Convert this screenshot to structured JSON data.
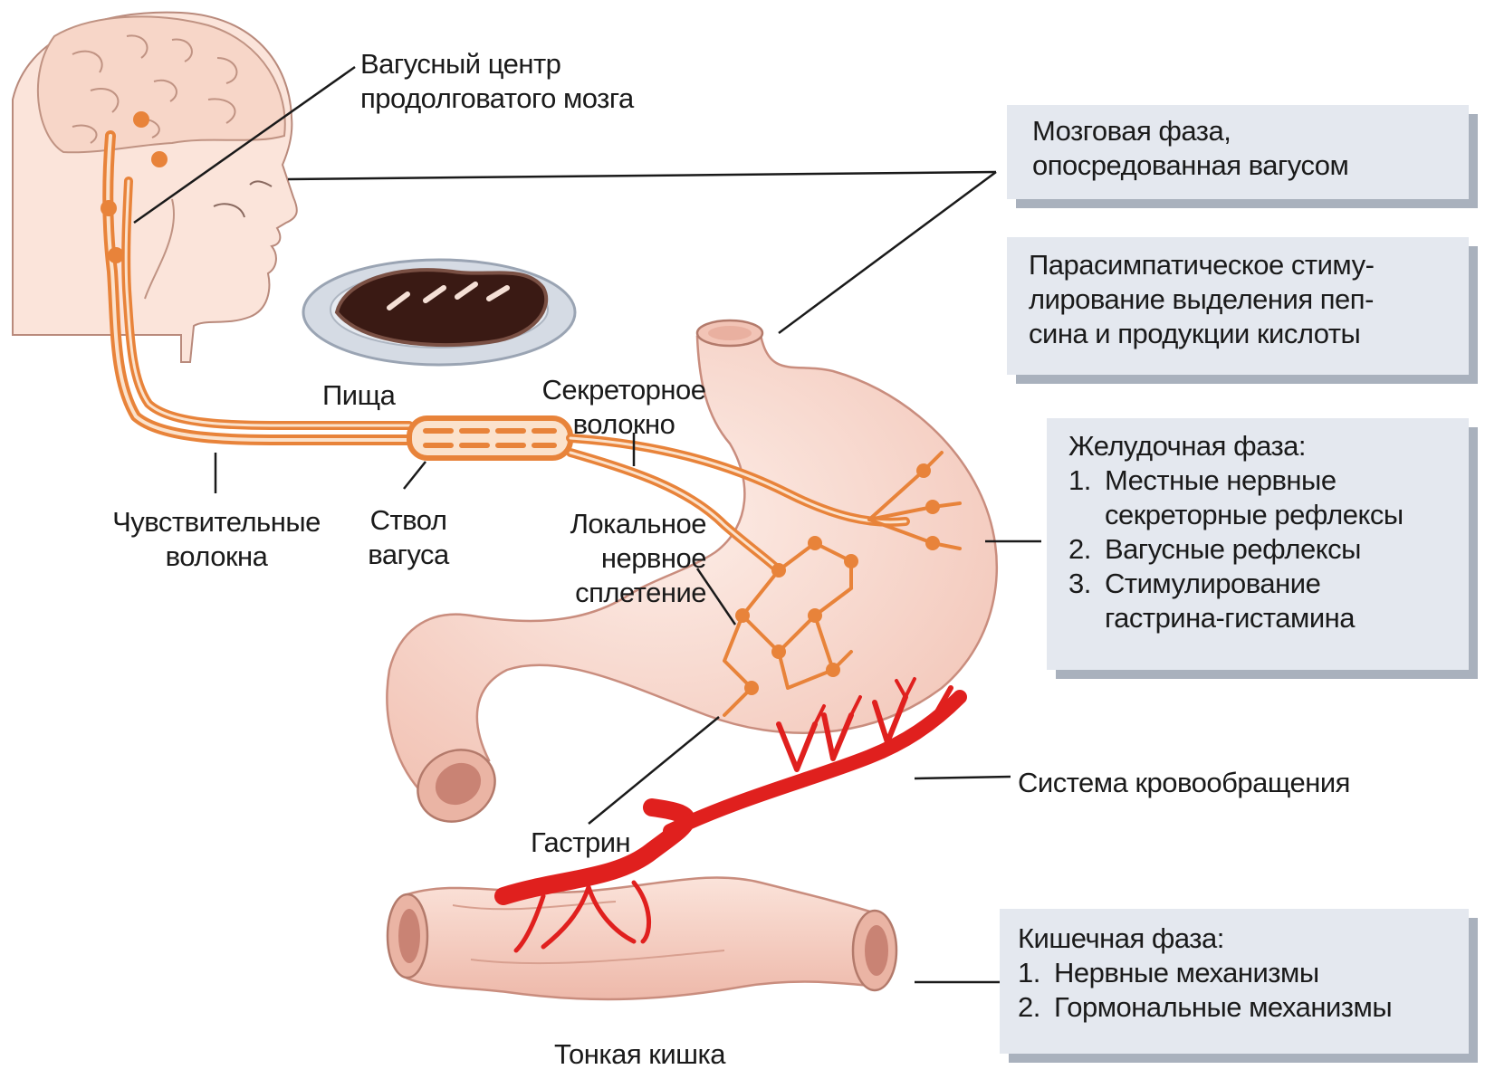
{
  "labels": {
    "vagus_center": [
      "Вагусный центр",
      "продолговатого мозга"
    ],
    "food": "Пища",
    "secretory_fiber": [
      "Секреторное",
      "волокно"
    ],
    "sensory_fibers": [
      "Чувствительные",
      "волокна"
    ],
    "vagus_trunk": [
      "Ствол",
      "вагуса"
    ],
    "local_plexus": [
      "Локальное",
      "нервное",
      "сплетение"
    ],
    "gastrin": "Гастрин",
    "circulation": "Система кровообращения",
    "small_intestine": "Тонкая кишка"
  },
  "boxes": {
    "cephalic": [
      "Мозговая фаза,",
      "опосредованная вагусом"
    ],
    "parasympathetic": [
      "Парасимпатическое стиму-",
      "лирование выделения пеп-",
      "сина и продукции кислоты"
    ],
    "gastric": {
      "title": "Желудочная фаза:",
      "items": [
        {
          "num": "1.",
          "lines": [
            "Местные нервные",
            "секреторные рефлексы"
          ]
        },
        {
          "num": "2.",
          "lines": [
            "Вагусные рефлексы"
          ]
        },
        {
          "num": "3.",
          "lines": [
            "Стимулирование",
            "гастрина-гистамина"
          ]
        }
      ]
    },
    "intestinal": {
      "title": "Кишечная фаза:",
      "items": [
        {
          "num": "1.",
          "lines": [
            "Нервные механизмы"
          ]
        },
        {
          "num": "2.",
          "lines": [
            "Гормональные механизмы"
          ]
        }
      ]
    }
  },
  "colors": {
    "nerve": "#e8833a",
    "nerve_core": "#fbe2cc",
    "blood": "#e0201e",
    "organ_fill": "#f8d7cc",
    "organ_stroke": "#c98d7e",
    "box_fill": "#e4e8ef",
    "box_shadow": "#a9b1bd"
  }
}
